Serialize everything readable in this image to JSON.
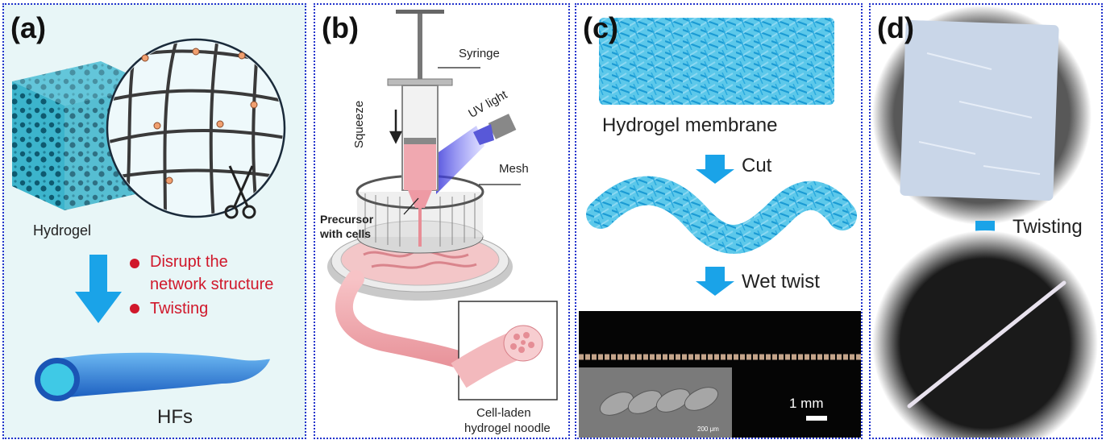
{
  "panels": [
    {
      "label": "(a)"
    },
    {
      "label": "(b)"
    },
    {
      "label": "(c)"
    },
    {
      "label": "(d)"
    }
  ],
  "panel_a": {
    "hydrogel": "Hydrogel",
    "bullet_1_line1": "Disrupt the",
    "bullet_1_line2": "network structure",
    "bullet_2": "Twisting",
    "product": "HFs",
    "bullet_color": "#d0182b"
  },
  "panel_b": {
    "syringe": "Syringe",
    "squeeze": "Squeeze",
    "uv_light": "UV light",
    "mesh": "Mesh",
    "precursor_line1": "Precursor",
    "precursor_line2": "with cells",
    "noodle_line1": "Cell-laden",
    "noodle_line2": "hydrogel noodle"
  },
  "panel_c": {
    "membrane": "Hydrogel membrane",
    "step_1": "Cut",
    "step_2": "Wet twist",
    "scale_bar": "1 mm",
    "inset_scale": "200 μm"
  },
  "panel_d": {
    "step": "Twisting"
  },
  "colors": {
    "arrow": "#1aa3e8",
    "border": "#2233cc",
    "panel_a_bg": "#e8f6f7"
  }
}
